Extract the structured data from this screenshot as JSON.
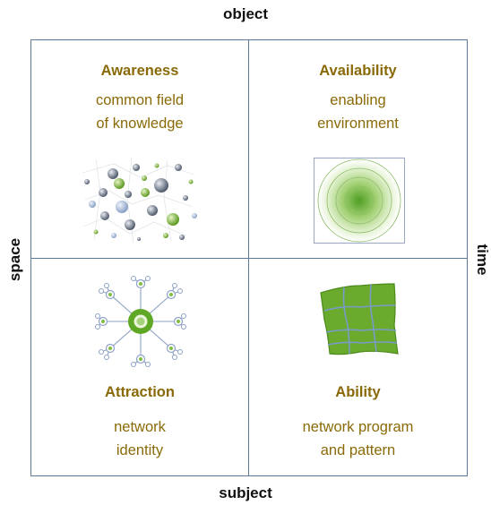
{
  "axes": {
    "top": "object",
    "bottom": "subject",
    "left": "space",
    "right": "time"
  },
  "quadrants": {
    "top_left": {
      "title": "Awareness",
      "line1": "common field",
      "line2": "of knowledge",
      "icon": "particle-field-icon"
    },
    "top_right": {
      "title": "Availability",
      "line1": "enabling",
      "line2": "environment",
      "icon": "concentric-circles-icon"
    },
    "bottom_left": {
      "title": "Attraction",
      "line1": "network",
      "line2": "identity",
      "icon": "hub-network-icon"
    },
    "bottom_right": {
      "title": "Ability",
      "line1": "network program",
      "line2": "and pattern",
      "icon": "grid-pattern-icon"
    }
  },
  "colors": {
    "border": "#5b7a99",
    "text": "#8a6a08",
    "green": "#6aab2e"
  }
}
